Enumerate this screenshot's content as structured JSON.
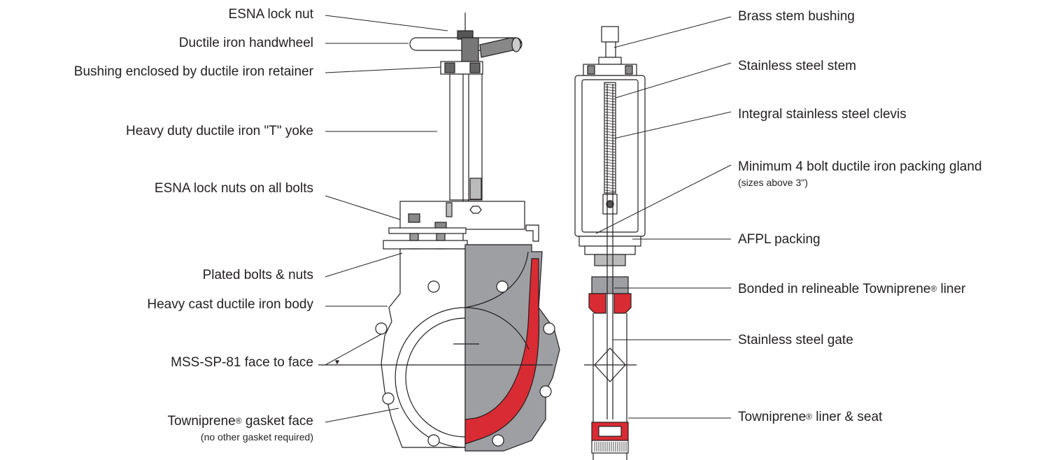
{
  "left_labels": [
    {
      "id": "esna-lock-nut",
      "text": "ESNA lock nut"
    },
    {
      "id": "ductile-iron-handwheel",
      "text": "Ductile iron handwheel"
    },
    {
      "id": "bushing-retainer",
      "text": "Bushing enclosed by ductile iron retainer"
    },
    {
      "id": "t-yoke",
      "text": "Heavy duty ductile iron \"T\" yoke"
    },
    {
      "id": "esna-lock-nuts-all-bolts",
      "text": "ESNA lock nuts on all bolts"
    },
    {
      "id": "plated-bolts",
      "text": "Plated bolts & nuts"
    },
    {
      "id": "cast-body",
      "text": "Heavy cast ductile iron body"
    },
    {
      "id": "face-to-face",
      "text": "MSS-SP-81 face to face"
    },
    {
      "id": "gasket-face",
      "text": "Towniprene",
      "reg": "®",
      "text_after": " gasket face",
      "sub": "(no other gasket required)"
    }
  ],
  "right_labels": [
    {
      "id": "brass-bushing",
      "text": "Brass stem bushing"
    },
    {
      "id": "stainless-stem",
      "text": "Stainless steel stem"
    },
    {
      "id": "clevis",
      "text": "Integral stainless steel clevis"
    },
    {
      "id": "packing-gland",
      "text": "Minimum 4 bolt ductile iron packing gland",
      "sub": "(sizes above 3\")"
    },
    {
      "id": "afpl-packing",
      "text": "AFPL packing"
    },
    {
      "id": "bonded-liner",
      "text": "Bonded in relineable Towniprene",
      "reg": "®",
      "text_after": " liner"
    },
    {
      "id": "stainless-gate",
      "text": "Stainless steel gate"
    },
    {
      "id": "liner-seat",
      "text": "Towniprene",
      "reg": "®",
      "text_after": " liner & seat"
    }
  ],
  "colors": {
    "liner": "#d92b33",
    "body_gray": "#9d9fa2",
    "line": "#231f20"
  }
}
